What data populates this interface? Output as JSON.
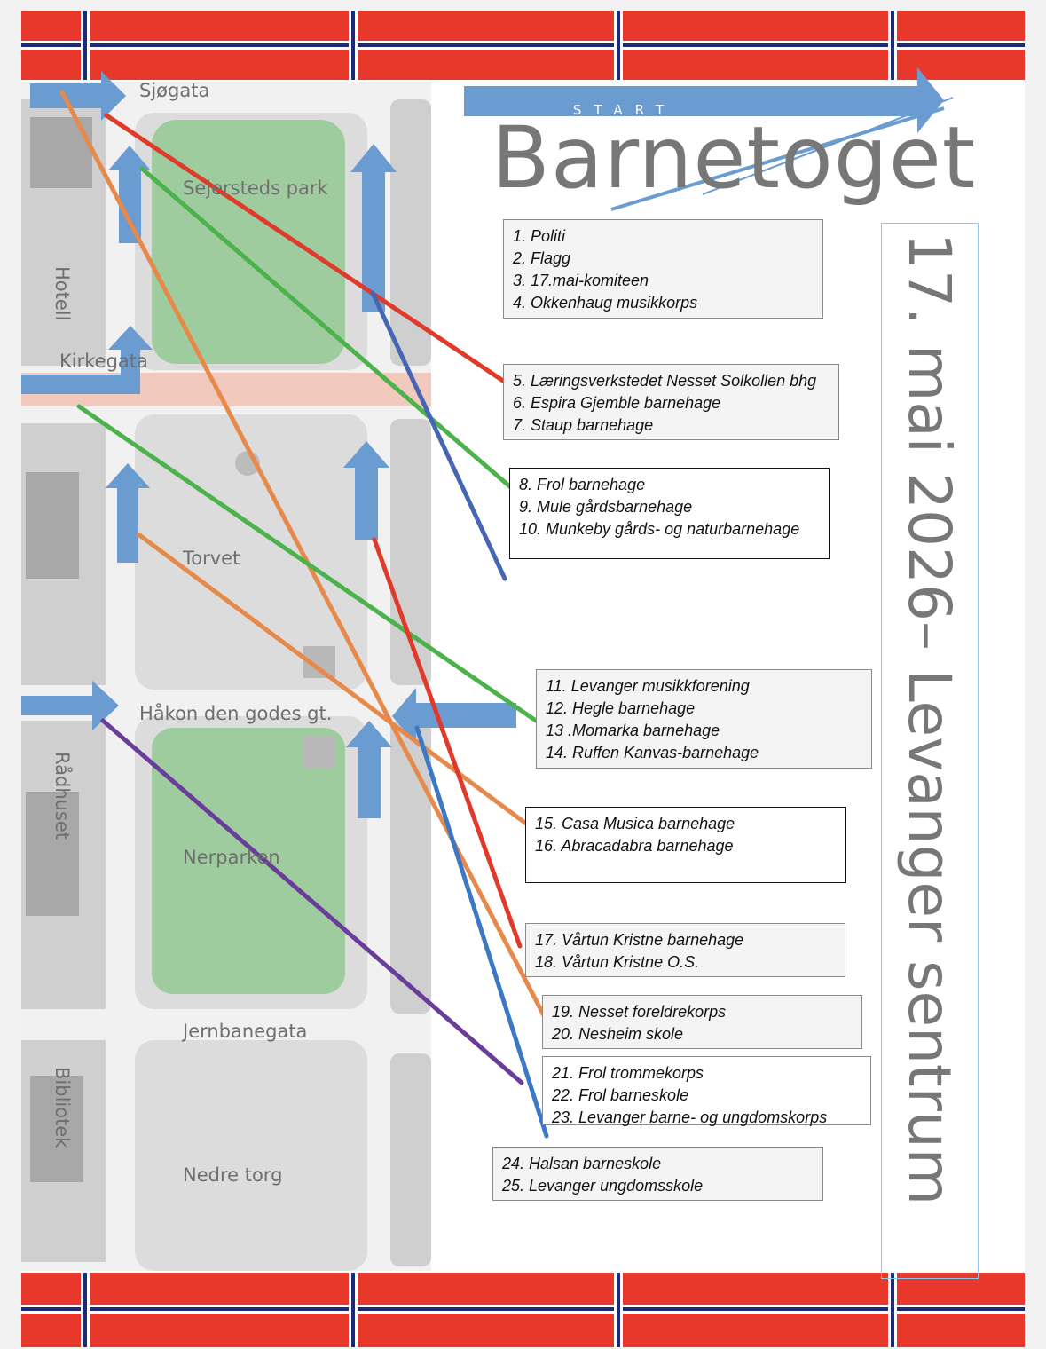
{
  "title": "Barnetoget",
  "date_text": "17. mai 2026– Levanger sentrum",
  "start_label": "START",
  "colors": {
    "flag_red": "#e8382b",
    "flag_white": "#ffffff",
    "flag_blue": "#1b2a7a",
    "arrow_blue": "#6a9bd1",
    "park_green": "#9fcc9f",
    "kirkegata_band": "#f2c9bd",
    "line_red": "#e03a2b",
    "line_orange": "#e6894a",
    "line_green": "#4cb24c",
    "line_blue_dark": "#4666b3",
    "line_blue": "#3b78c6",
    "line_purple": "#6a3d9a"
  },
  "streets": {
    "sjogata": "Sjøgata",
    "sejersteds_park": "Sejersteds park",
    "hotell": "Hotell",
    "kirkegata": "Kirkegata",
    "torvet": "Torvet",
    "hakon": "Håkon den godes gt.",
    "radhuset": "Rådhuset",
    "nerparken": "Nerparken",
    "jernbanegata": "Jernbanegata",
    "bibliotek": "Bibliotek",
    "nedre_torg": "Nedre torg"
  },
  "groups": [
    {
      "style": "gray",
      "items": [
        "1. Politi",
        "2. Flagg",
        "3. 17.mai-komiteen",
        "4. Okkenhaug musikkorps"
      ]
    },
    {
      "style": "gray",
      "items": [
        "5. Læringsverkstedet Nesset Solkollen bhg",
        "6. Espira Gjemble barnehage",
        "7. Staup barnehage"
      ]
    },
    {
      "style": "white",
      "items": [
        "8. Frol barnehage",
        "9. Mule gårdsbarnehage",
        "10. Munkeby gårds- og naturbarnehage"
      ]
    },
    {
      "style": "gray",
      "items": [
        "11. Levanger musikkforening",
        "12. Hegle barnehage",
        "13 .Momarka barnehage",
        "14. Ruffen Kanvas-barnehage"
      ]
    },
    {
      "style": "white",
      "items": [
        "15. Casa Musica barnehage",
        "16. Abracadabra barnehage"
      ]
    },
    {
      "style": "gray",
      "items": [
        "17. Vårtun Kristne barnehage",
        "18. Vårtun Kristne O.S."
      ]
    },
    {
      "style": "gray",
      "items": [
        "19. Nesset foreldrekorps",
        "20. Nesheim skole"
      ]
    },
    {
      "style": "thin",
      "items": [
        "21. Frol trommekorps",
        "22. Frol barneskole",
        "23. Levanger barne- og ungdomskorps"
      ]
    },
    {
      "style": "gray",
      "items": [
        "24. Halsan barneskole",
        "25. Levanger ungdomsskole"
      ]
    }
  ]
}
